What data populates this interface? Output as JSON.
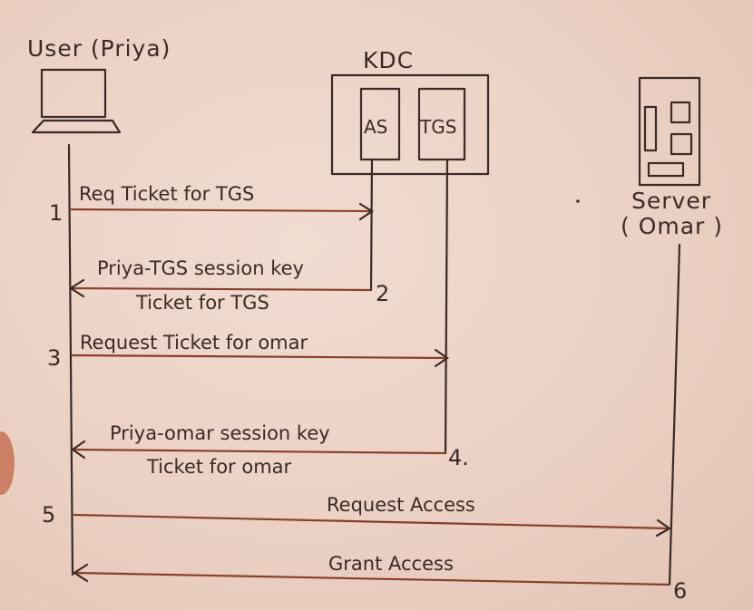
{
  "actors": {
    "user_label": "User (Priya)",
    "kdc_label": "KDC",
    "as_label": "AS",
    "tgs_label": "TGS",
    "server_label_line1": "Server",
    "server_label_line2": "( Omar )"
  },
  "messages": [
    {
      "step": "1",
      "text": "Req Ticket for TGS"
    },
    {
      "step": "2",
      "text": "Priya-TGS session key",
      "text2": "Ticket for TGS"
    },
    {
      "step": "3",
      "text": "Request Ticket for omar"
    },
    {
      "step": "4.",
      "text": "Priya-omar session key",
      "text2": "Ticket for omar"
    },
    {
      "step": "5",
      "text": "Request Access"
    },
    {
      "step": "6",
      "text": "Grant Access"
    }
  ]
}
